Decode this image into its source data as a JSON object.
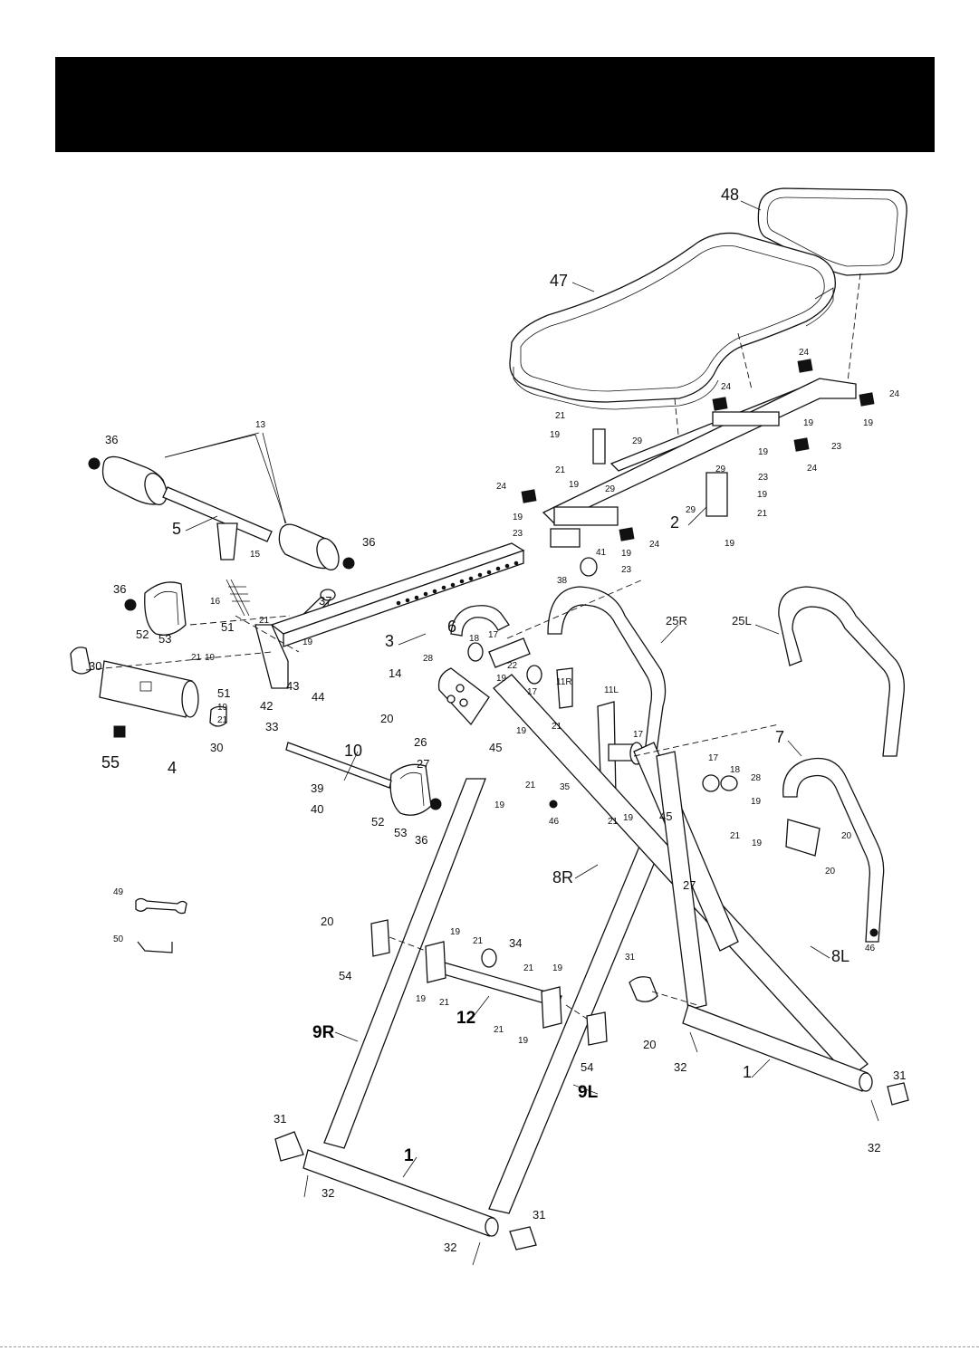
{
  "labels": {
    "p1a": "1",
    "p1b": "1",
    "p2": "2",
    "p3": "3",
    "p4": "4",
    "p5": "5",
    "p6": "6",
    "p7": "7",
    "p8R": "8R",
    "p8L": "8L",
    "p9R": "9R",
    "p9L": "9L",
    "p10": "10",
    "p11R": "11R",
    "p11L": "11L",
    "p12": "12",
    "p13": "13",
    "p14": "14",
    "p15": "15",
    "p16": "16",
    "p17a": "17",
    "p17b": "17",
    "p17c": "17",
    "p18a": "18",
    "p18b": "18",
    "p20a": "20",
    "p20b": "20",
    "p20c": "20",
    "p20d": "20",
    "p20e": "20",
    "p22": "22",
    "p23a": "23",
    "p23b": "23",
    "p23c": "23",
    "p23d": "23",
    "p24a": "24",
    "p24b": "24",
    "p24c": "24",
    "p24d": "24",
    "p24e": "24",
    "p24f": "24",
    "p25R": "25R",
    "p25L": "25L",
    "p26": "26",
    "p27a": "27",
    "p27b": "27",
    "p28a": "28",
    "p28b": "28",
    "p29a": "29",
    "p29b": "29",
    "p29c": "29",
    "p29d": "29",
    "p30a": "30",
    "p30b": "30",
    "p31a": "31",
    "p31b": "31",
    "p31c": "31",
    "p31d": "31",
    "p32a": "32",
    "p32b": "32",
    "p32c": "32",
    "p33": "33",
    "p34": "34",
    "p35": "35",
    "p36a": "36",
    "p36b": "36",
    "p36c": "36",
    "p36d": "36",
    "p37": "37",
    "p38": "38",
    "p39": "39",
    "p40": "40",
    "p41": "41",
    "p42": "42",
    "p43": "43",
    "p44": "44",
    "p45a": "45",
    "p45b": "45",
    "p46a": "46",
    "p46b": "46",
    "p47": "47",
    "p48": "48",
    "p49": "49",
    "p50": "50",
    "p51a": "51",
    "p51b": "51",
    "p52a": "52",
    "p52b": "52",
    "p53a": "53",
    "p53b": "53",
    "p54a": "54",
    "p54b": "54",
    "p55": "55",
    "h19": "19",
    "h21": "21"
  }
}
